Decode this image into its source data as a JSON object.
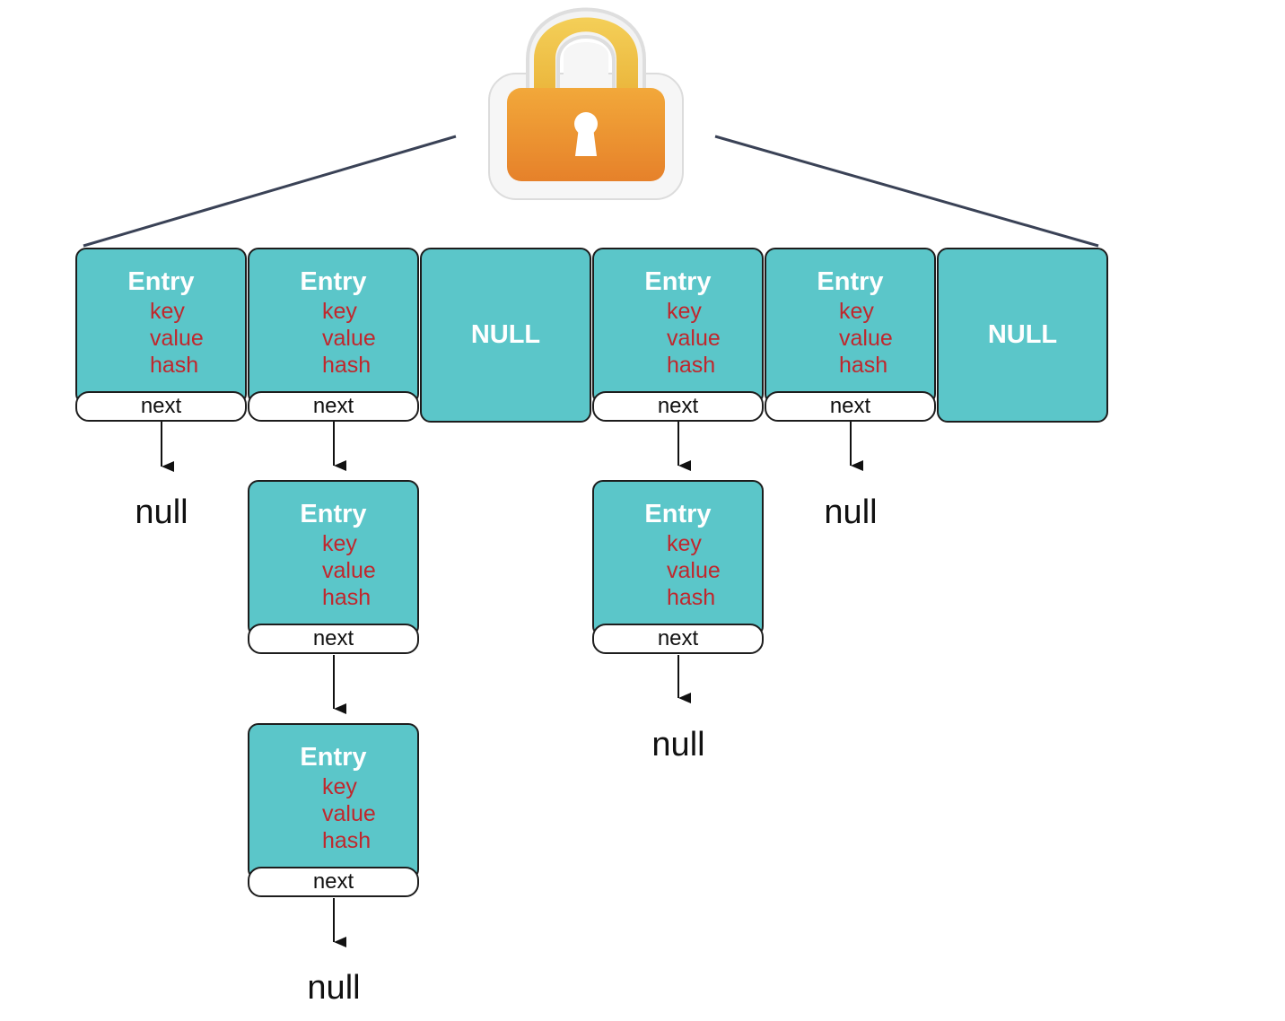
{
  "lock_icon": "padlock-icon",
  "colors": {
    "cell_fill": "#5bc6c9",
    "field_text": "#c0272d",
    "title_text": "#ffffff",
    "lock_body": "#ef9a33",
    "lock_shackle": "#f2c24a",
    "line": "#3a4256"
  },
  "entry": {
    "title": "Entry",
    "key": "key",
    "value": "value",
    "hash": "hash",
    "next": "next"
  },
  "null_slot_label": "NULL",
  "null_terminal_label": "null"
}
